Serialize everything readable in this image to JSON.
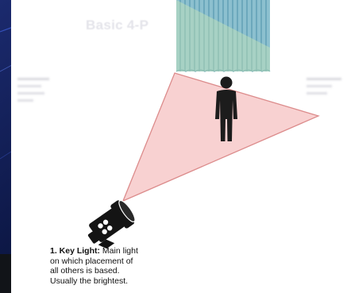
{
  "slide": {
    "title": "Basic 4-P",
    "colors": {
      "background": "#0a1436",
      "panel": "#ffffff",
      "light_cone": "#f4b4b4",
      "light_cone_edge": "#d87a7a",
      "curtain": "#7fb8c8",
      "figure": "#1a1a1a"
    }
  },
  "diagram": {
    "elements": {
      "backdrop": "curtain backdrop",
      "subject": "person silhouette",
      "light": "camera-style key light fixture"
    },
    "icons": [
      "curtain-icon",
      "person-icon",
      "spotlight-icon"
    ]
  },
  "caption": {
    "title": "1. Key Light:",
    "body_line1": " Main light",
    "body_line2": "on which placement of",
    "body_line3": "all others is based.",
    "body_line4": "Usually the brightest."
  }
}
